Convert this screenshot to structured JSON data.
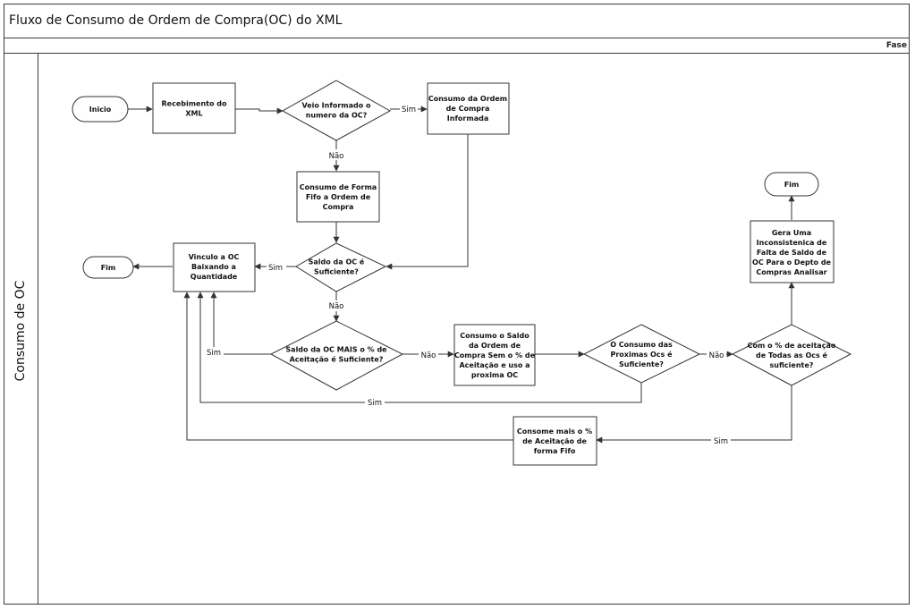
{
  "title": "Fluxo de Consumo de Ordem de Compra(OC) do XML",
  "phase_label": "Fase",
  "lane_label": "Consumo de OC",
  "nodes": {
    "inicio": {
      "label": "Inicio"
    },
    "recebimento": {
      "label": "Recebimento do XML"
    },
    "veio_informado": {
      "label": "Veio Informado o numero da OC?"
    },
    "consumo_informada": {
      "label": "Consumo da Ordem de Compra Informada"
    },
    "consumo_fifo": {
      "label": "Consumo de Forma Fifo a Ordem de Compra"
    },
    "saldo_suficiente": {
      "label": "Saldo da OC é Suficiente?"
    },
    "vinculo": {
      "label": "Vinculo a OC Baixando a Quantidade"
    },
    "fim_left": {
      "label": "Fim"
    },
    "saldo_mais": {
      "label": "Saldo da OC MAIS o % de Aceitação é Suficiente?"
    },
    "consumo_saldo": {
      "label": "Consumo o Saldo da Ordem de Compra Sem o % de Aceitação e uso a proxima OC"
    },
    "proximas": {
      "label": "O Consumo das Proximas Ocs é Suficiente?"
    },
    "todas": {
      "label": "Com o % de aceitação de Todas as Ocs é suficiente?"
    },
    "gera": {
      "label": "Gera Uma Inconsistenica de Falta de Saldo de OC Para o Depto de Compras Analisar"
    },
    "fim_right": {
      "label": "Fim"
    },
    "consome_mais": {
      "label": "Consome mais o % de Aceitação de forma Fifo"
    }
  },
  "edge_labels": {
    "sim_informada": "Sim",
    "nao_fifo": "Não",
    "sim_vinculo": "Sim",
    "nao_saldo_mais": "Não",
    "sim_saldo_mais": "Sim",
    "nao_consumo_saldo": "Não",
    "nao_todas": "Não",
    "sim_proximas": "Sim",
    "sim_todas": "Sim"
  }
}
